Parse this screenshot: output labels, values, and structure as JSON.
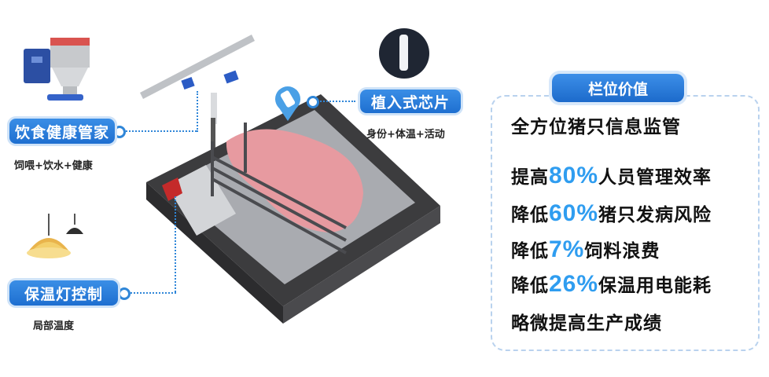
{
  "left_labels": {
    "feeding": {
      "title": "饮食健康管家",
      "sub": "饲喂+饮水+健康"
    },
    "lamp": {
      "title": "保温灯控制",
      "sub": "局部温度"
    },
    "chip": {
      "title": "植入式芯片",
      "sub": "身份+体温+活动"
    }
  },
  "panel": {
    "tag": "栏位价值",
    "heading": "全方位猪只信息监管",
    "rows": [
      {
        "pre": "提高",
        "num": "80%",
        "post": "人员管理效率"
      },
      {
        "pre": "降低",
        "num": "60%",
        "post": "猪只发病风险"
      },
      {
        "pre": "降低",
        "num": "7%",
        "post": "饲料浪费"
      },
      {
        "pre": "降低",
        "num": "26%",
        "post": "保温用电能耗"
      }
    ],
    "last": "略微提高生产成绩"
  },
  "colors": {
    "accent": "#1e6fd0",
    "number": "#2f9df0",
    "pig": "#e79aa0",
    "pen": "#3d3d3f"
  }
}
